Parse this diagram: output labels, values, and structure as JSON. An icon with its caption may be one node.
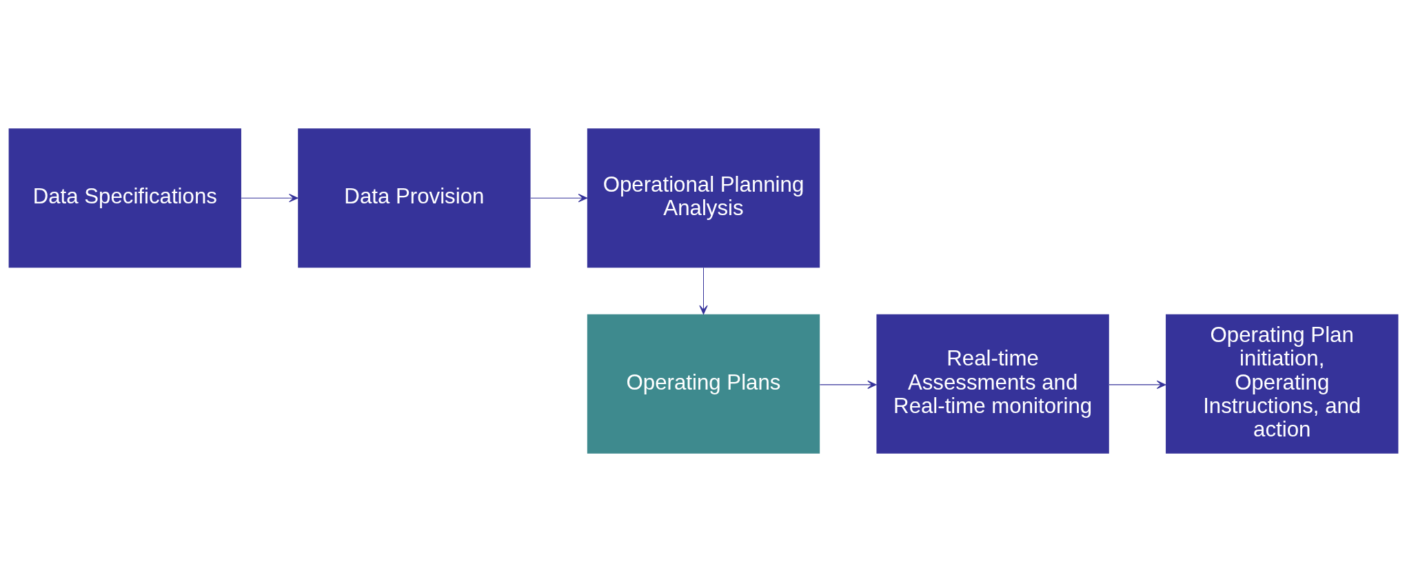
{
  "diagram": {
    "nodes": [
      {
        "text": [
          "Data Specifications"
        ]
      },
      {
        "text": [
          "Data Provision"
        ]
      },
      {
        "text": [
          "Operational Planning Analysis"
        ]
      },
      {
        "text": [
          "Operating Plans"
        ]
      },
      {
        "text": [
          "Real-time Assessments and Real-time monitoring"
        ]
      },
      {
        "text": [
          "Operating Plan initiation, Operating Instructions, and action"
        ]
      }
    ],
    "edges": [
      {
        "from": 0,
        "to": 1,
        "arrow": "to"
      },
      {
        "from": 1,
        "to": 2,
        "arrow": "to"
      },
      {
        "from": 2,
        "to": 3,
        "arrow": "to"
      },
      {
        "from": 3,
        "to": 4,
        "arrow": "to"
      },
      {
        "from": 4,
        "to": 5,
        "arrow": "to"
      }
    ]
  }
}
